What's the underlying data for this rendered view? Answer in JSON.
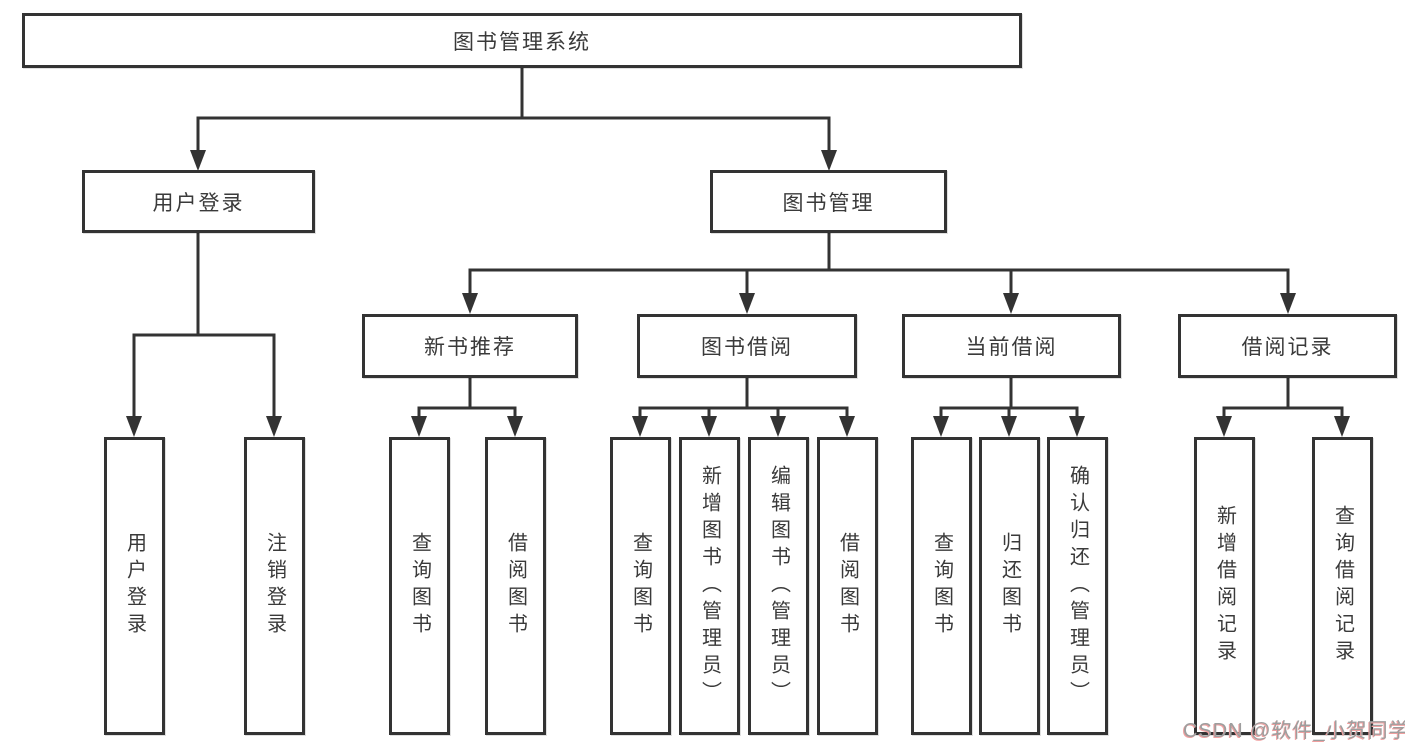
{
  "diagram": {
    "nodes": {
      "root": "图书管理系统",
      "user_login": "用户登录",
      "book_management": "图书管理",
      "new_book_recommend": "新书推荐",
      "book_borrow": "图书借阅",
      "current_borrow": "当前借阅",
      "borrow_records": "借阅记录",
      "leaf_user_login": "用户登录",
      "leaf_logout": "注销登录",
      "leaf_query_books_a": "查询图书",
      "leaf_borrow_books_a": "借阅图书",
      "leaf_query_books_b": "查询图书",
      "leaf_add_book_admin": "新增图书（管理员）",
      "leaf_edit_book_admin": "编辑图书（管理员）",
      "leaf_borrow_books_b": "借阅图书",
      "leaf_query_books_c": "查询图书",
      "leaf_return_books": "归还图书",
      "leaf_confirm_return_admin": "确认归还（管理员）",
      "leaf_add_borrow_record": "新增借阅记录",
      "leaf_query_borrow_record": "查询借阅记录"
    },
    "hierarchy": {
      "图书管理系统": {
        "用户登录": [
          "用户登录",
          "注销登录"
        ],
        "图书管理": {
          "新书推荐": [
            "查询图书",
            "借阅图书"
          ],
          "图书借阅": [
            "查询图书",
            "新增图书（管理员）",
            "编辑图书（管理员）",
            "借阅图书"
          ],
          "当前借阅": [
            "查询图书",
            "归还图书",
            "确认归还（管理员）"
          ],
          "借阅记录": [
            "新增借阅记录",
            "查询借阅记录"
          ]
        }
      }
    },
    "colors": {
      "line": "#333333",
      "text": "#3a3a3a",
      "background": "#ffffff",
      "watermark": "#9e9e9e",
      "watermark_accent": "#f0a0a0"
    },
    "watermark": {
      "text": "CSDN @软件_小贺同学"
    }
  }
}
